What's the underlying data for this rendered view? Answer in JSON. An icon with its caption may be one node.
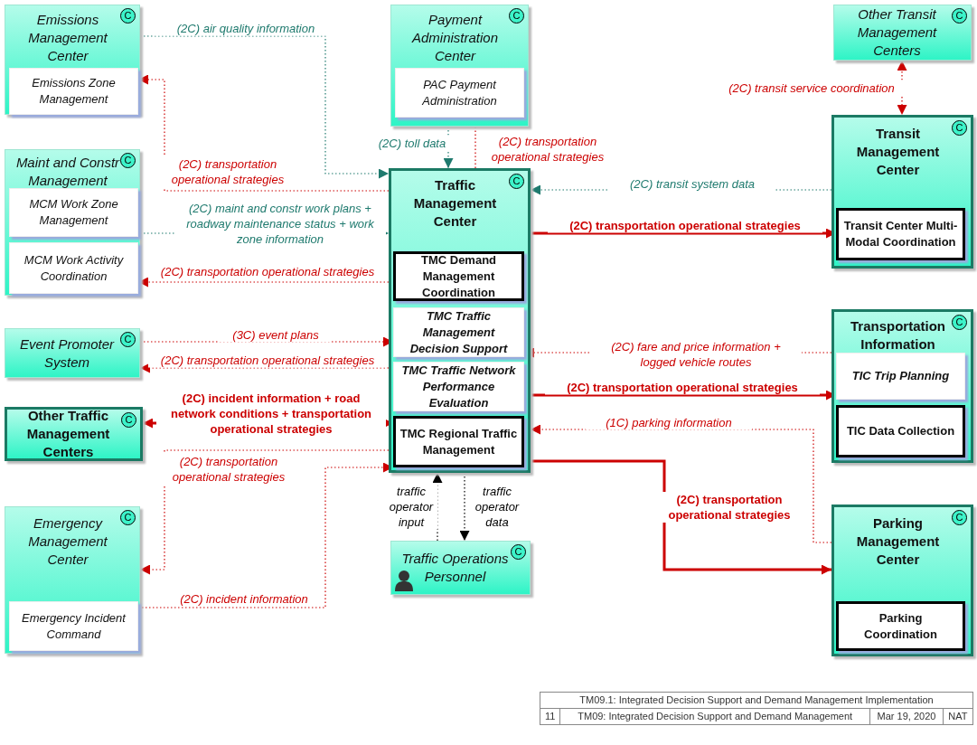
{
  "diagram": {
    "nodes": [
      {
        "text": [
          "Emissions Management Center",
          "C"
        ]
      },
      {
        "text": [
          "Emissions Zone Management"
        ],
        "in": 0
      },
      {
        "text": [
          "Payment Administration Center",
          "C"
        ]
      },
      {
        "text": [
          "PAC Payment Administration"
        ],
        "in": 2
      },
      {
        "text": [
          "Other Transit Management Centers",
          "C"
        ]
      },
      {
        "text": [
          "Maint and Constr Management Center",
          "C"
        ]
      },
      {
        "text": [
          "MCM Work Zone Management"
        ],
        "in": 5
      },
      {
        "text": [
          "MCM Work Activity Coordination"
        ],
        "in": 5
      },
      {
        "text": [
          "Traffic Management Center",
          "C"
        ]
      },
      {
        "text": [
          "TMC Demand Management Coordination"
        ],
        "in": 8
      },
      {
        "text": [
          "TMC Traffic Management Decision Support"
        ],
        "in": 8
      },
      {
        "text": [
          "TMC Traffic Network Performance Evaluation"
        ],
        "in": 8
      },
      {
        "text": [
          "TMC Regional Traffic Management"
        ],
        "in": 8
      },
      {
        "text": [
          "Transit Management Center",
          "C"
        ]
      },
      {
        "text": [
          "Transit Center Multi-Modal Coordination"
        ],
        "in": 13
      },
      {
        "text": [
          "Event Promoter System",
          "C"
        ]
      },
      {
        "text": [
          "Transportation Information Center",
          "C"
        ]
      },
      {
        "text": [
          "TIC Trip Planning"
        ],
        "in": 16
      },
      {
        "text": [
          "TIC Data Collection"
        ],
        "in": 16
      },
      {
        "text": [
          "Other Traffic Management Centers",
          "C"
        ]
      },
      {
        "text": [
          "Emergency Management Center",
          "C"
        ]
      },
      {
        "text": [
          "Emergency Incident Command"
        ],
        "in": 20
      },
      {
        "text": [
          "Traffic Operations Personnel",
          "C"
        ]
      },
      {
        "text": [
          "Parking Management Center",
          "C"
        ]
      },
      {
        "text": [
          "Parking Coordination"
        ],
        "in": 23
      }
    ],
    "edges": [
      {
        "from": 0,
        "to": 8,
        "arrow": "to",
        "label": "(2C) air quality information",
        "style": "dashed",
        "color": "#1f7a6e"
      },
      {
        "from": 8,
        "to": 1,
        "arrow": "to",
        "label": "(2C) transportation operational strategies",
        "style": "dashed"
      },
      {
        "from": 5,
        "to": 8,
        "arrow": "to",
        "label": "(2C) maint and constr work plans + roadway maintenance status + work zone information",
        "style": "dashed",
        "color": "#1f7a6e"
      },
      {
        "from": 8,
        "to": 7,
        "arrow": "to",
        "label": "(2C) transportation operational strategies",
        "style": "dashed"
      },
      {
        "from": 2,
        "to": 8,
        "arrow": "to",
        "label": "(2C) toll data",
        "style": "dashed",
        "color": "#1f7a6e"
      },
      {
        "from": 8,
        "to": 3,
        "arrow": "to",
        "label": "(2C) transportation operational strategies",
        "style": "dashed"
      },
      {
        "from": 4,
        "to": 13,
        "arrow": "both",
        "label": "(2C) transit service coordination",
        "style": "dashed"
      },
      {
        "from": 13,
        "to": 8,
        "arrow": "to",
        "label": "(2C) transit system data",
        "style": "dashed",
        "color": "#1f7a6e"
      },
      {
        "from": 8,
        "to": 14,
        "arrow": "to",
        "label": "(2C) transportation operational strategies",
        "style": "thick"
      },
      {
        "from": 15,
        "to": 10,
        "arrow": "to",
        "label": "(3C) event plans",
        "style": "dashed"
      },
      {
        "from": 8,
        "to": 15,
        "arrow": "to",
        "label": "(2C) transportation operational strategies",
        "style": "dashed"
      },
      {
        "from": 19,
        "to": 12,
        "arrow": "both",
        "label": "(2C) incident information + road network conditions + **transportation operational strategies**",
        "style": "thick"
      },
      {
        "from": 8,
        "to": 20,
        "arrow": "to",
        "label": "(2C) transportation operational strategies",
        "style": "dashed"
      },
      {
        "from": 21,
        "to": 12,
        "arrow": "to",
        "label": "(2C) incident information",
        "style": "dashed"
      },
      {
        "from": 16,
        "to": 10,
        "arrow": "to",
        "label": "(2C) fare and price information + logged vehicle routes",
        "style": "dashed"
      },
      {
        "from": 8,
        "to": 17,
        "arrow": "to",
        "label": "(2C) transportation operational strategies",
        "style": "thick"
      },
      {
        "from": 23,
        "to": 8,
        "arrow": "to",
        "label": "(1C) parking information",
        "style": "dashed"
      },
      {
        "from": 8,
        "to": 23,
        "arrow": "to",
        "label": "(2C) transportation operational strategies",
        "style": "thick"
      },
      {
        "from": 22,
        "to": 8,
        "arrow": "to",
        "label": "traffic operator input",
        "style": "dashed",
        "color": "#000000"
      },
      {
        "from": 8,
        "to": 22,
        "arrow": "to",
        "label": "traffic operator data",
        "style": "dashed",
        "color": "#000000"
      }
    ],
    "labels": [
      "TM09.1: Integrated Decision Support and Demand Management Implementation",
      "11",
      "TM09: Integrated Decision Support and Demand Management",
      "Mar 19, 2020",
      "NAT"
    ]
  }
}
